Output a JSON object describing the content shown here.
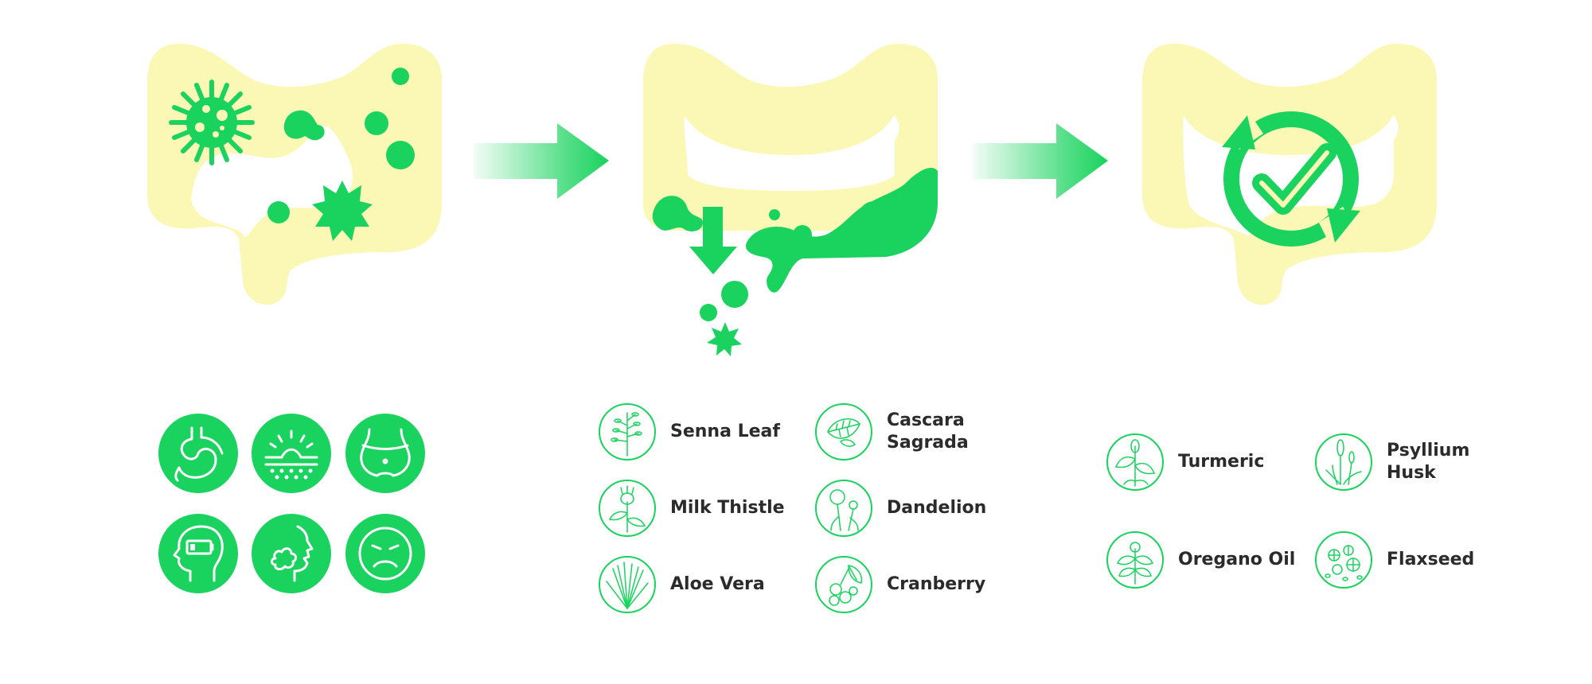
{
  "colors": {
    "accent": "#19d35e",
    "gut": "#faf8b4",
    "text": "#2b2b2b"
  },
  "stages": [
    {
      "name": "problem",
      "icon": "intestine-with-bacteria"
    },
    {
      "name": "cleanse",
      "icon": "intestine-flushing-toxins"
    },
    {
      "name": "result",
      "icon": "intestine-with-checkmark"
    }
  ],
  "symptoms": [
    "stomach-icon",
    "skin-icon",
    "bloating-icon",
    "low-energy-icon",
    "bad-breath-icon",
    "unhappy-face-icon"
  ],
  "herbs_cleanse": [
    {
      "label": "Senna Leaf",
      "icon": "senna-leaf-icon"
    },
    {
      "label": "Cascara\nSagrada",
      "icon": "cascara-sagrada-icon"
    },
    {
      "label": "Milk Thistle",
      "icon": "milk-thistle-icon"
    },
    {
      "label": "Dandelion",
      "icon": "dandelion-icon"
    },
    {
      "label": "Aloe Vera",
      "icon": "aloe-vera-icon"
    },
    {
      "label": "Cranberry",
      "icon": "cranberry-icon"
    }
  ],
  "herbs_restore": [
    {
      "label": "Turmeric",
      "icon": "turmeric-icon"
    },
    {
      "label": "Psyllium\nHusk",
      "icon": "psyllium-husk-icon"
    },
    {
      "label": "Oregano Oil",
      "icon": "oregano-oil-icon"
    },
    {
      "label": "Flaxseed",
      "icon": "flaxseed-icon"
    }
  ]
}
